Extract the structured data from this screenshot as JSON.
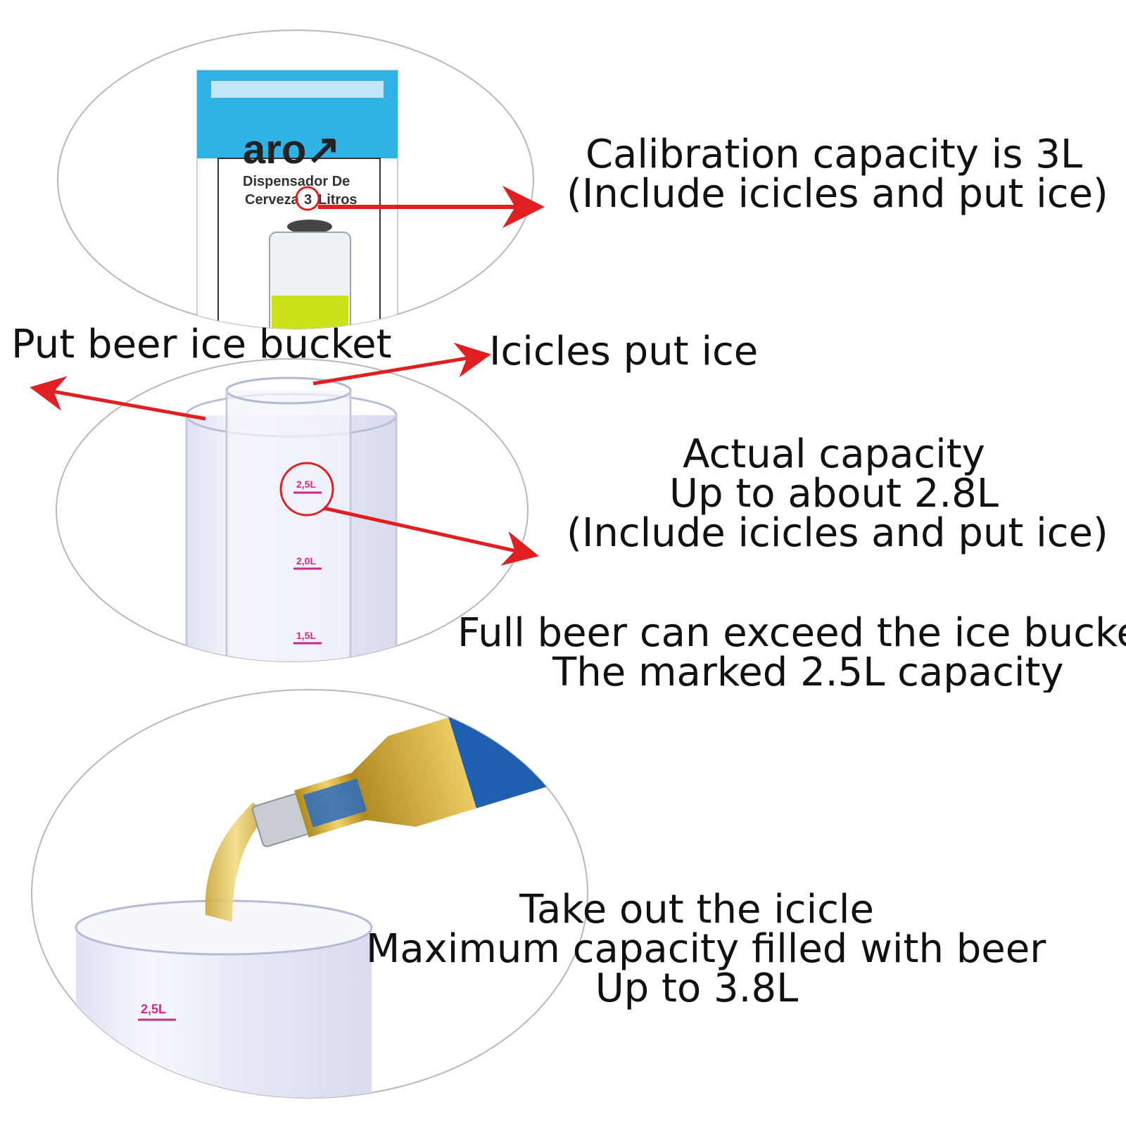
{
  "colors": {
    "arrow": "#e02020",
    "box_blue": "#2fb3e6",
    "tick_magenta": "#d0288a",
    "outline": "#b8b8c0",
    "beer": "#e8c44a"
  },
  "icons": [
    "beer-dispenser-box",
    "ice-bucket-cylinder",
    "icicle-tube",
    "beer-bottle",
    "red-arrow",
    "red-circle-highlight"
  ],
  "box": {
    "logo": "aro↗",
    "line1": "Dispensador De",
    "line2_prefix": "Cerveza",
    "line2_number": "3",
    "line2_suffix": "Litros"
  },
  "marks": {
    "m25": "2,5L",
    "m20": "2,0L",
    "m15": "1,5L",
    "bottom_m25": "2,5L"
  },
  "callouts": {
    "calibration": [
      "Calibration capacity is 3L",
      "(Include icicles and put ice)"
    ],
    "put_bucket": "Put beer ice bucket",
    "icicles": "Icicles put ice",
    "actual": [
      "Actual capacity",
      "Up to about 2.8L",
      "(Include icicles and put ice)"
    ],
    "exceed": [
      "Full beer can exceed the ice bucket",
      "The marked 2.5L capacity"
    ],
    "maximum": [
      "Take out the icicle",
      "Maximum capacity filled with beer",
      "Up to 3.8L"
    ]
  }
}
